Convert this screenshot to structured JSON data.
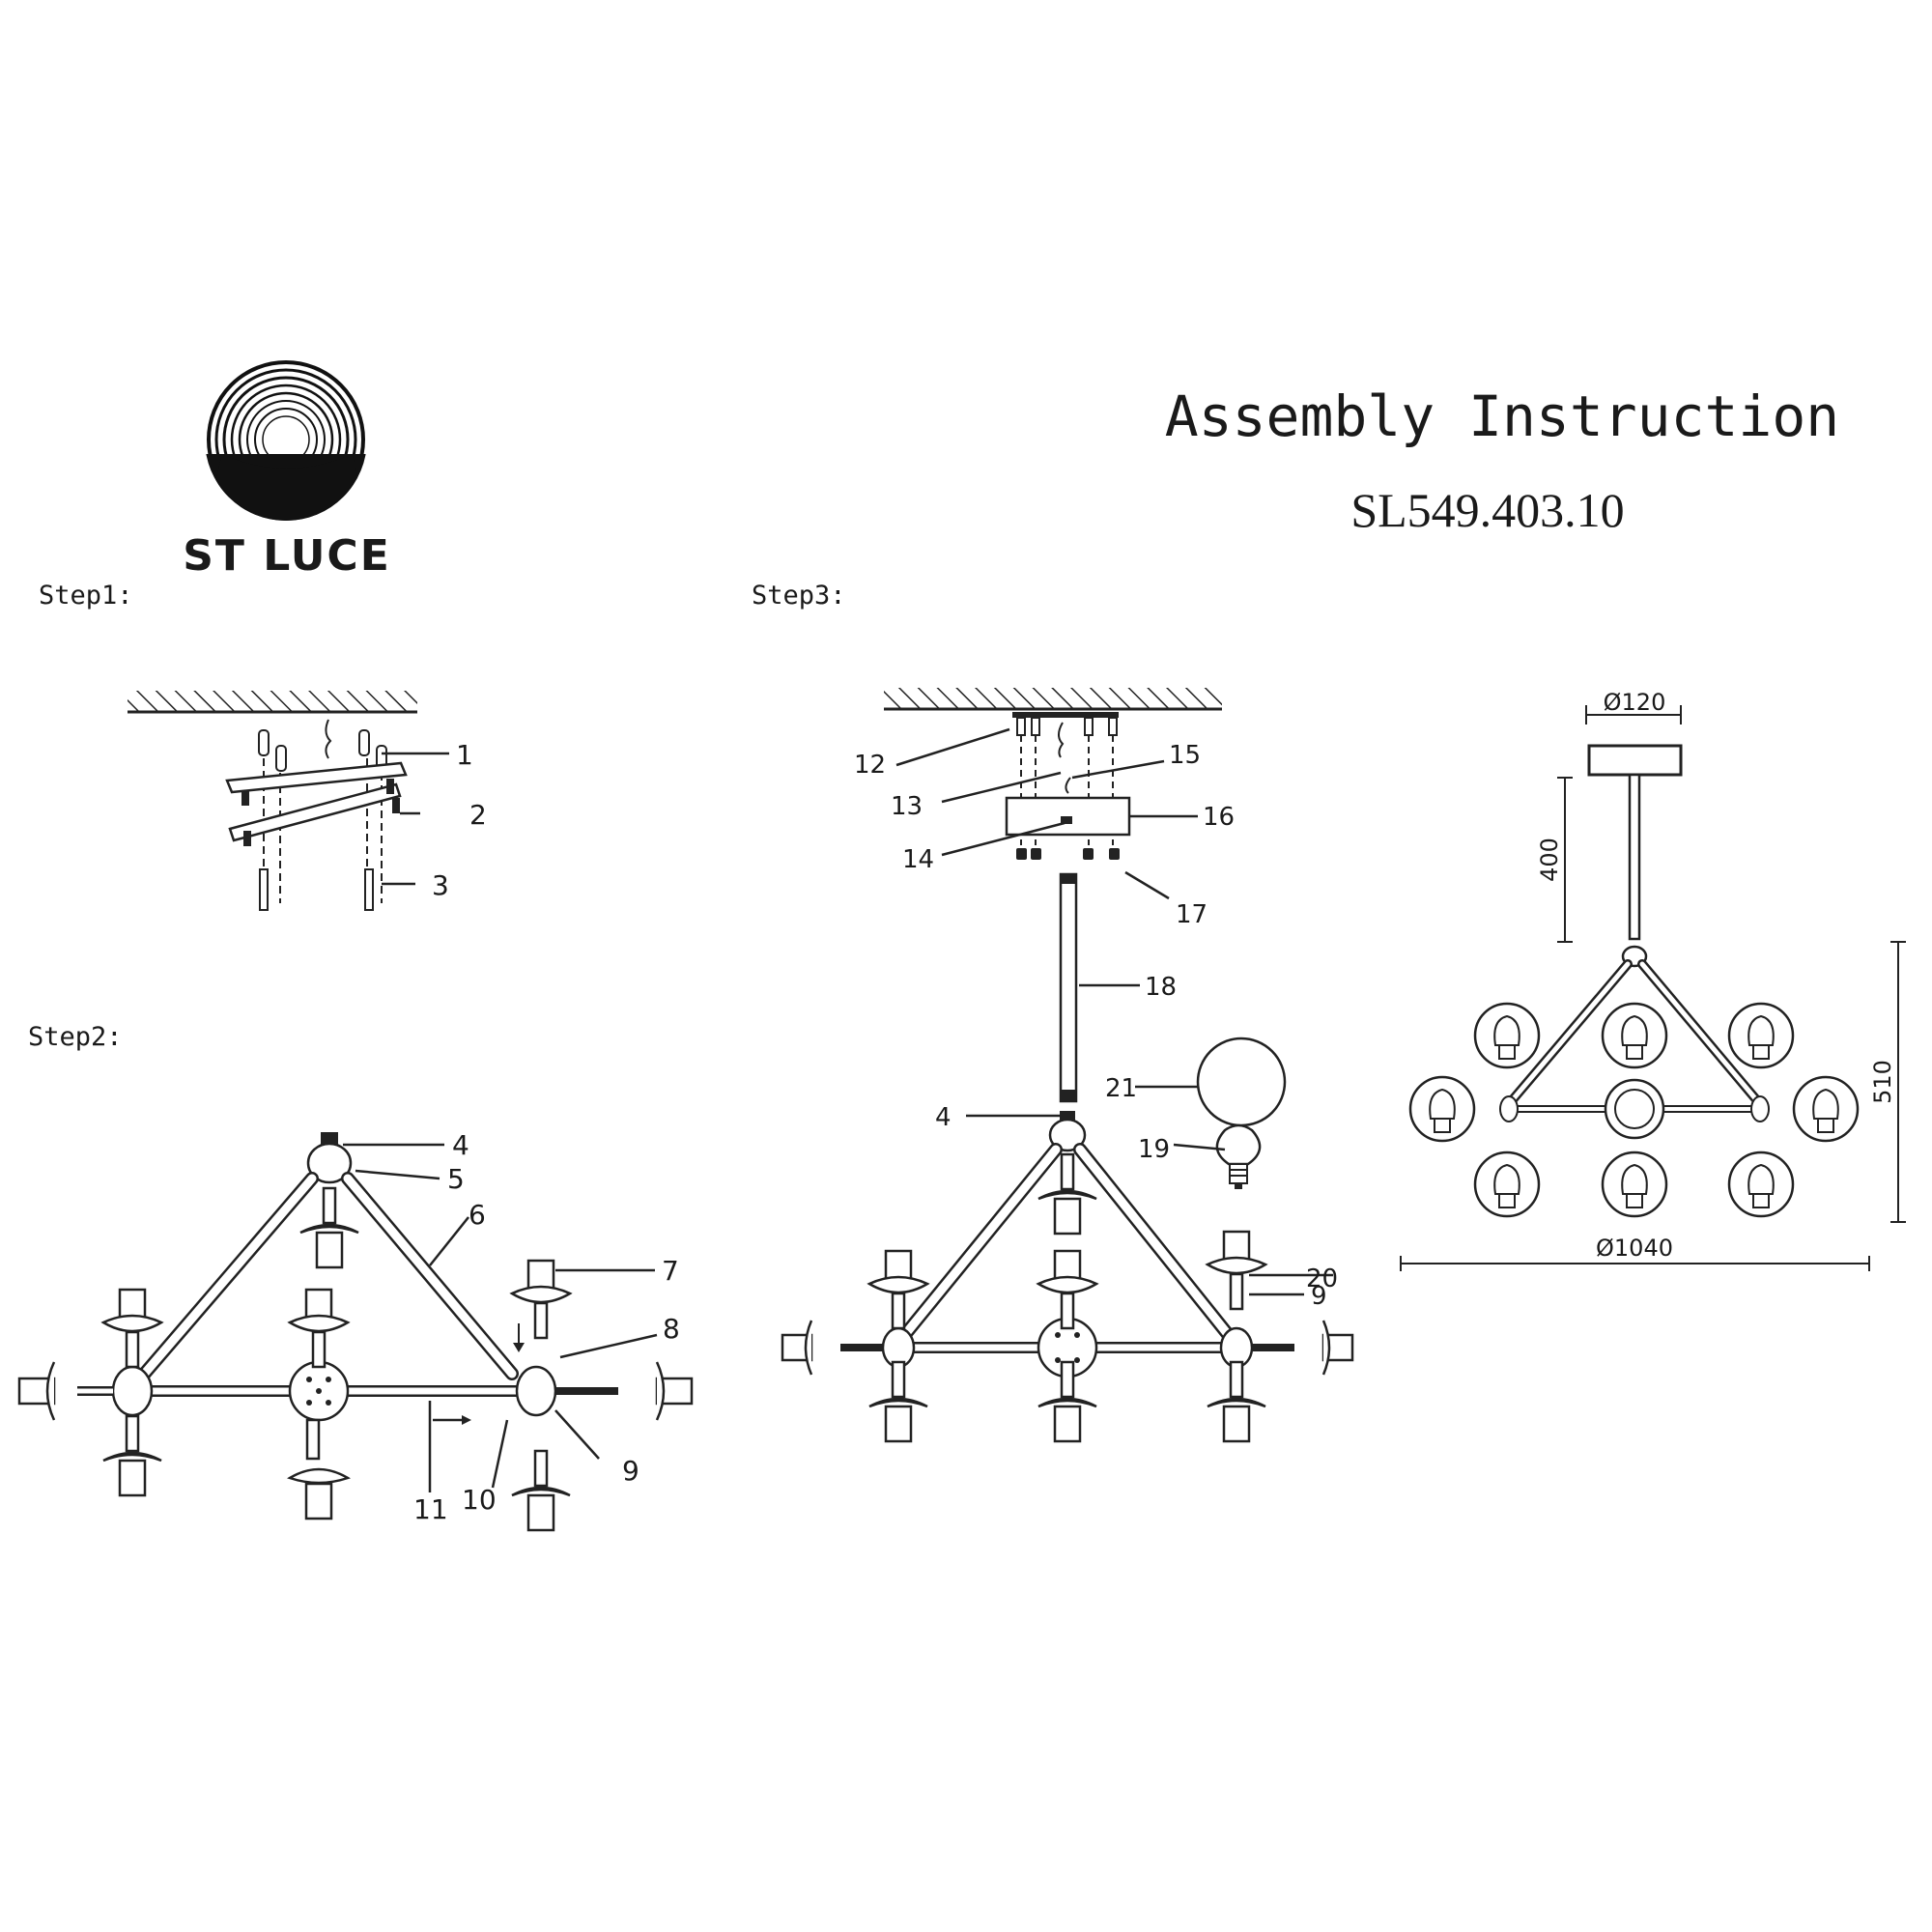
{
  "brand": {
    "name": "ST LUCE"
  },
  "header": {
    "title": "Assembly Instruction",
    "model": "SL549.403.10"
  },
  "steps": {
    "step1": "Step1:",
    "step2": "Step2:",
    "step3": "Step3:"
  },
  "callouts": {
    "c1": "1",
    "c2": "2",
    "c3": "3",
    "c4": "4",
    "c5": "5",
    "c6": "6",
    "c7": "7",
    "c8": "8",
    "c9": "9",
    "c10": "10",
    "c11": "11",
    "c12": "12",
    "c13": "13",
    "c14": "14",
    "c15": "15",
    "c16": "16",
    "c17": "17",
    "c18": "18",
    "c19": "19",
    "c20": "20",
    "c21": "21"
  },
  "dimensions": {
    "canopy_diameter": "Ø120",
    "rod_length": "400",
    "height": "510",
    "overall_diameter": "Ø1040"
  },
  "icons": [
    "st-luce-logo",
    "ceiling-hatch",
    "light-bulb",
    "glass-globe"
  ]
}
